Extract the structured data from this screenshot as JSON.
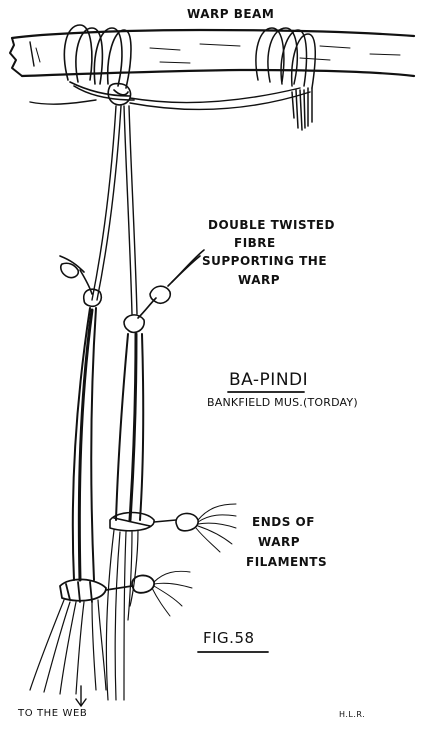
{
  "labels": {
    "warp_beam": "WARP BEAM",
    "double_twisted": [
      "DOUBLE TWISTED",
      "FIBRE",
      "SUPPORTING THE",
      "WARP"
    ],
    "tribe": "BA-PINDI",
    "museum": "BANKFIELD MUS.(TORDAY)",
    "ends": [
      "ENDS OF",
      "WARP",
      "FILAMENTS"
    ],
    "fig": "FIG.58",
    "to_web": "TO THE WEB",
    "initials": "H.L.R."
  },
  "colors": {
    "ink": "#111111",
    "paper": "#ffffff"
  }
}
